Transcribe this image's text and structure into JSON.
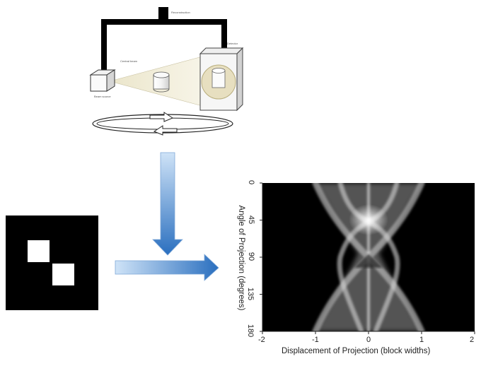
{
  "scanner": {
    "labels": {
      "top": "Reconstruction",
      "beam": "Central beam",
      "source": "Beam source",
      "detector": "Detector"
    }
  },
  "sinogram": {
    "ylabel": "Angle of Projection (degrees)",
    "xlabel": "Displacement of Projection (block widths)",
    "yticks": [
      "0",
      "45",
      "90",
      "135",
      "180"
    ],
    "xticks": [
      "-2",
      "-1",
      "0",
      "1",
      "2"
    ]
  },
  "colors": {
    "arrow_light": "#cfe3f7",
    "arrow_dark": "#2a6fbf",
    "arrow_tip": "#1a4f9a",
    "background": "#ffffff",
    "sinogram_bg": "#000000"
  },
  "icons": {
    "rotation": "circular-rotation-arrows",
    "flow_down": "down-arrow",
    "flow_right": "right-arrow"
  }
}
